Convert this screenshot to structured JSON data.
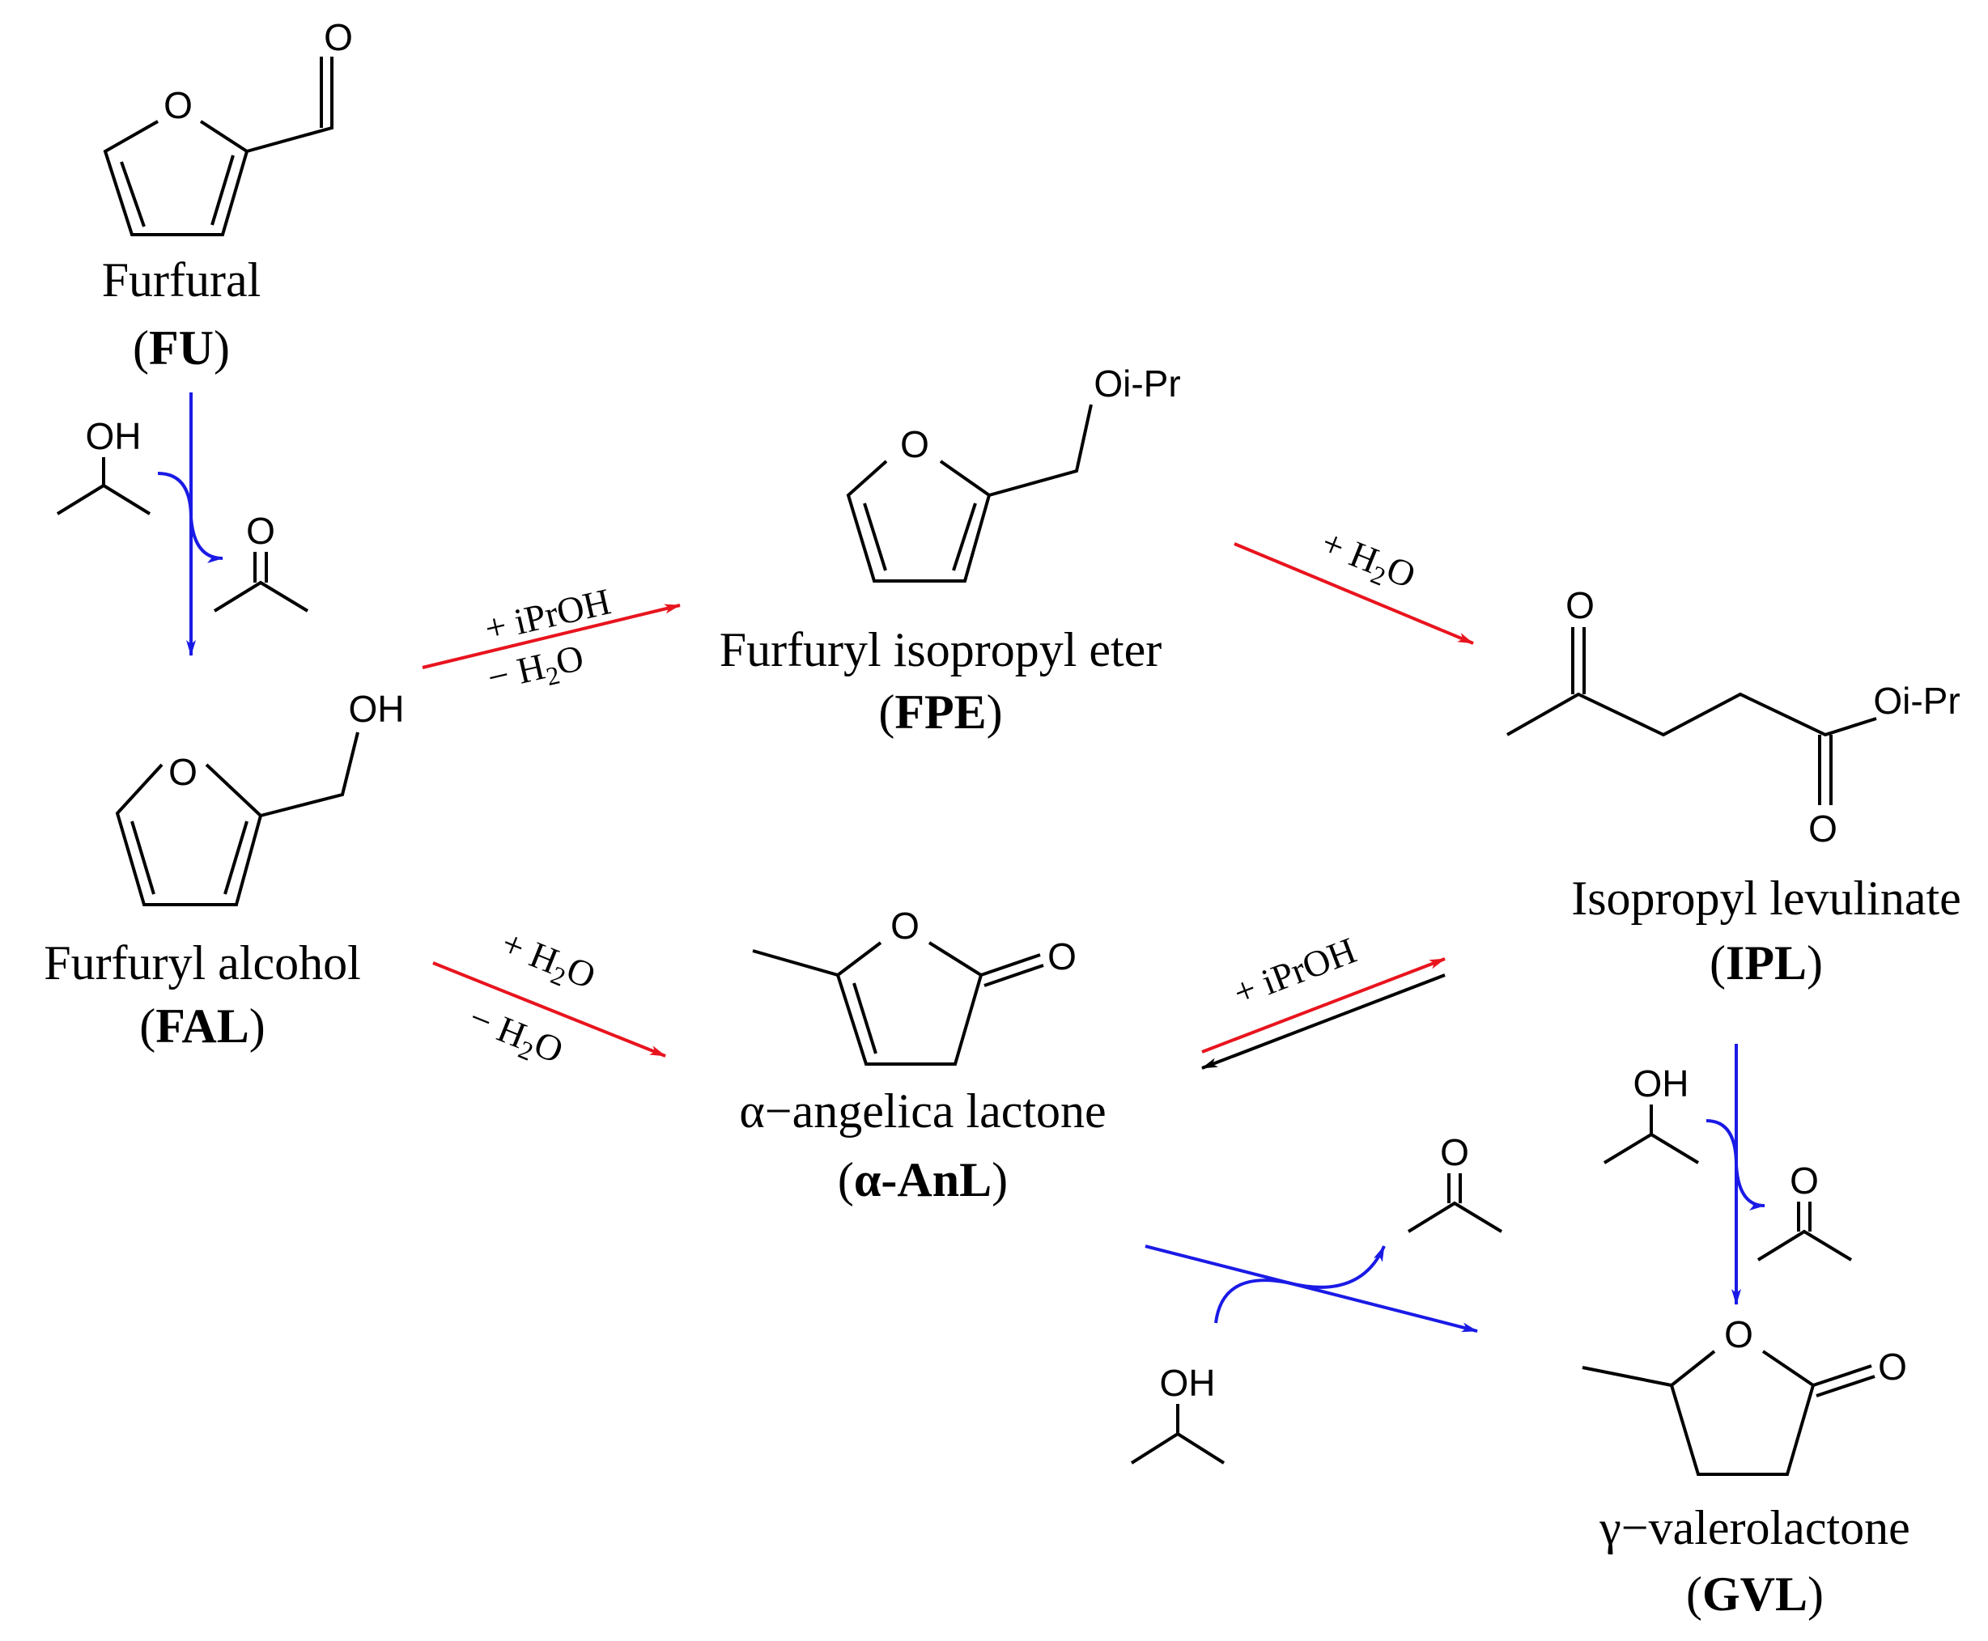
{
  "compounds": {
    "fu": {
      "name": "Furfural",
      "abbr": "FU"
    },
    "fal": {
      "name": "Furfuryl alcohol",
      "abbr": "FAL"
    },
    "fpe": {
      "name": "Furfuryl isopropyl eter",
      "abbr": "FPE"
    },
    "ipl": {
      "name": "Isopropyl levulinate",
      "abbr": "IPL"
    },
    "anl": {
      "name": "α−angelica lactone",
      "abbr": "α-AnL"
    },
    "gvl": {
      "name": "γ−valerolactone",
      "abbr": "GVL"
    }
  },
  "atoms": {
    "o": "O",
    "oh": "OH",
    "oipr": "Oi-Pr"
  },
  "conditions": {
    "plus": "+",
    "minus": "−",
    "iproh": "iPrOH",
    "h": "H",
    "two": "2",
    "o": "O",
    "plus_iproh": "+ iPrOH"
  },
  "colors": {
    "acid_path": "#e8141e",
    "hydrogen_transfer": "#1a1ae6",
    "reverse": "#000000"
  }
}
